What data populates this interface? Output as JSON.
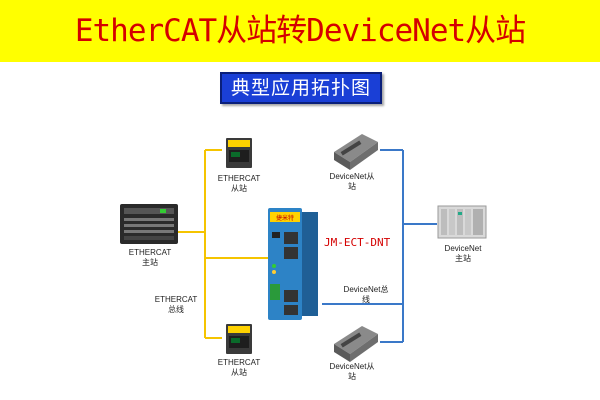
{
  "header": {
    "title": "EtherCAT从站转DeviceNet从站",
    "subtitle": "典型应用拓扑图"
  },
  "gateway": {
    "model": "JM-ECT-DNT",
    "brand": "捷米特"
  },
  "nodes": {
    "ethercat_master": [
      "ETHERCAT",
      "主站"
    ],
    "ethercat_slave_top": [
      "ETHERCAT",
      "从站"
    ],
    "ethercat_slave_bottom": [
      "ETHERCAT",
      "从站"
    ],
    "ethercat_bus": [
      "ETHERCAT",
      "总线"
    ],
    "devicenet_slave_top": [
      "DeviceNet从",
      "站"
    ],
    "devicenet_slave_bottom": [
      "DeviceNet从",
      "站"
    ],
    "devicenet_bus": [
      "DeviceNet总",
      "线"
    ],
    "devicenet_master": [
      "DeviceNet",
      "主站"
    ]
  },
  "colors": {
    "banner": "#ffff00",
    "title": "#d40000",
    "subtitle_bg": "#1a3fd6",
    "ethercat_line": "#f5c400",
    "devicenet_line": "#3a78c8"
  }
}
